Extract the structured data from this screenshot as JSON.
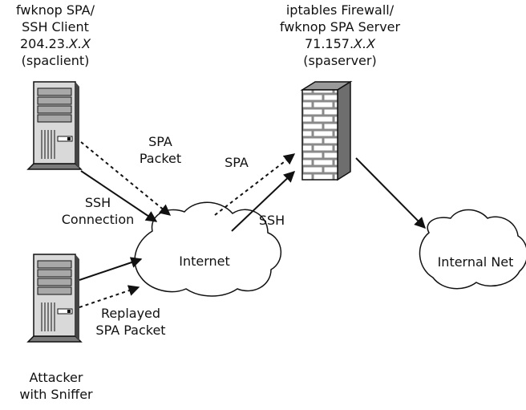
{
  "client": {
    "line1": "fwknop SPA/",
    "line2": "SSH Client",
    "ip_prefix": "204.23.",
    "ip_suffix": "X.X",
    "host": "(spaclient)"
  },
  "server": {
    "line1": "iptables Firewall/",
    "line2": "fwknop SPA Server",
    "ip_prefix": "71.157.",
    "ip_suffix": "X.X",
    "host": "(spaserver)"
  },
  "attacker": {
    "line1": "Attacker",
    "line2": "with Sniffer"
  },
  "internet": {
    "label": "Internet"
  },
  "internal_net": {
    "label": "Internal Net"
  },
  "edges": {
    "spa_packet_line1": "SPA",
    "spa_packet_line2": "Packet",
    "ssh_connection_line1": "SSH",
    "ssh_connection_line2": "Connection",
    "spa": "SPA",
    "ssh": "SSH",
    "replayed_line1": "Replayed",
    "replayed_line2": "SPA Packet"
  }
}
